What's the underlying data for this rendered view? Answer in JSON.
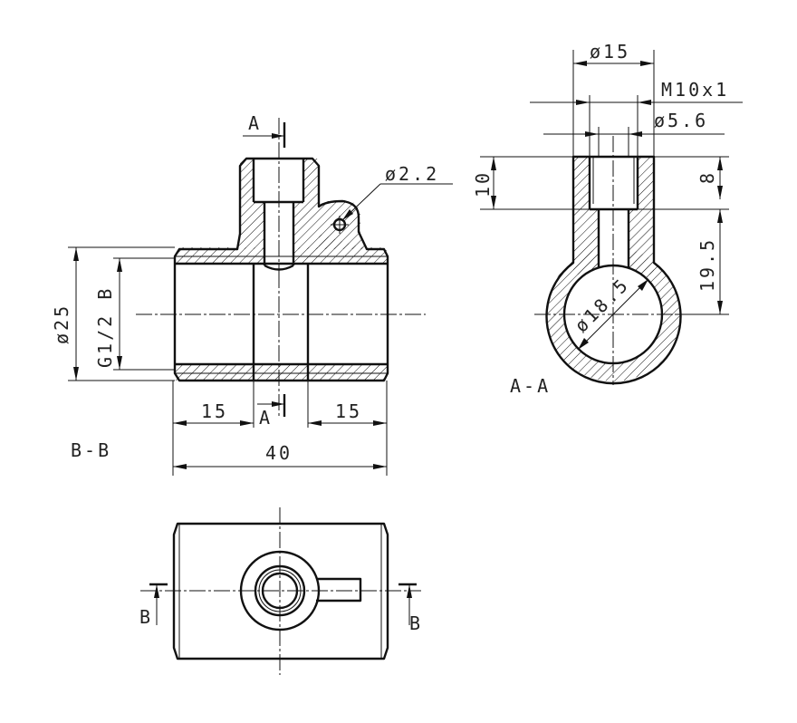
{
  "section_labels": {
    "b_b": "B-B",
    "a_a": "A-A",
    "cut_a_top": "A",
    "cut_a_bottom": "A",
    "cut_b_left": "B",
    "cut_b_right": "B"
  },
  "dimensions": {
    "left_view": {
      "outer_diameter": "ø25",
      "thread": "G1/2 B",
      "hole_diameter": "ø2.2",
      "left_len": "15",
      "right_len": "15",
      "total_len": "40"
    },
    "right_view": {
      "boss_diameter": "ø15",
      "thread": "M10x1",
      "bore_diameter": "ø5.6",
      "boss_height": "10",
      "thread_depth": "8",
      "center_height": "19.5",
      "inner_diameter": "ø18.5"
    }
  }
}
